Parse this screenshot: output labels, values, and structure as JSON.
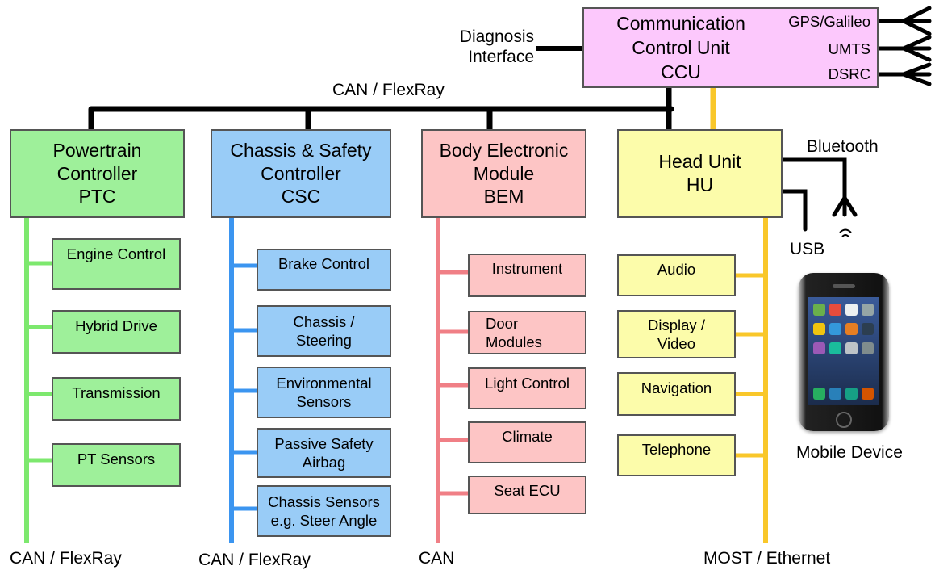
{
  "ccu": {
    "title": "Communication\nControl Unit\nCCU",
    "ports": [
      "GPS/Galileo",
      "UMTS",
      "DSRC"
    ]
  },
  "diagnosis_label": "Diagnosis\nInterface",
  "main_bus_label": "CAN / FlexRay",
  "controllers": [
    {
      "title": "Powertrain\nController\nPTC",
      "color": "#9ef09a",
      "bus_color": "#7de86e",
      "bus_label": "CAN / FlexRay",
      "modules": [
        "Engine Control",
        "Hybrid Drive",
        "Transmission",
        "PT Sensors"
      ]
    },
    {
      "title": "Chassis & Safety\nController\nCSC",
      "color": "#99ccf7",
      "bus_color": "#3b95f0",
      "bus_label": "CAN / FlexRay",
      "modules": [
        "Brake Control",
        "Chassis /\nSteering",
        "Environmental\nSensors",
        "Passive Safety\nAirbag",
        "Chassis Sensors\ne.g. Steer Angle"
      ]
    },
    {
      "title": "Body Electronic\nModule\nBEM",
      "color": "#fdc5c5",
      "bus_color": "#f07f86",
      "bus_label": "CAN",
      "modules": [
        "Instrument",
        "Door\nModules",
        "Light Control",
        "Climate",
        "Seat ECU"
      ]
    },
    {
      "title": "Head Unit\nHU",
      "color": "#fcfcaa",
      "bus_color": "#f9c72a",
      "bus_label": "MOST / Ethernet",
      "modules": [
        "Audio",
        "Display /\nVideo",
        "Navigation",
        "Telephone"
      ]
    }
  ],
  "bluetooth_label": "Bluetooth",
  "usb_label": "USB",
  "mobile_label": "Mobile Device"
}
